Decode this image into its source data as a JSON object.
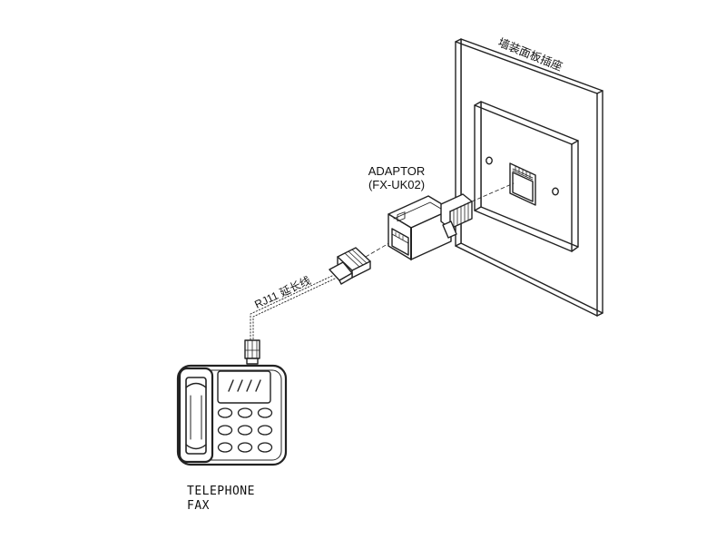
{
  "labels": {
    "wall_socket": "墙装面板插座",
    "adaptor_name": "ADAPTOR",
    "adaptor_model": "(FX-UK02)",
    "cable": "RJ11 延长线",
    "device_line1": "TELEPHONE",
    "device_line2": "FAX"
  },
  "colors": {
    "stroke": "#222222",
    "fill": "#ffffff",
    "shade": "#555555"
  },
  "icons": {
    "wall": "wall-plate-icon",
    "adaptor": "adaptor-icon",
    "plug": "rj11-plug-icon",
    "phone": "telephone-icon"
  }
}
